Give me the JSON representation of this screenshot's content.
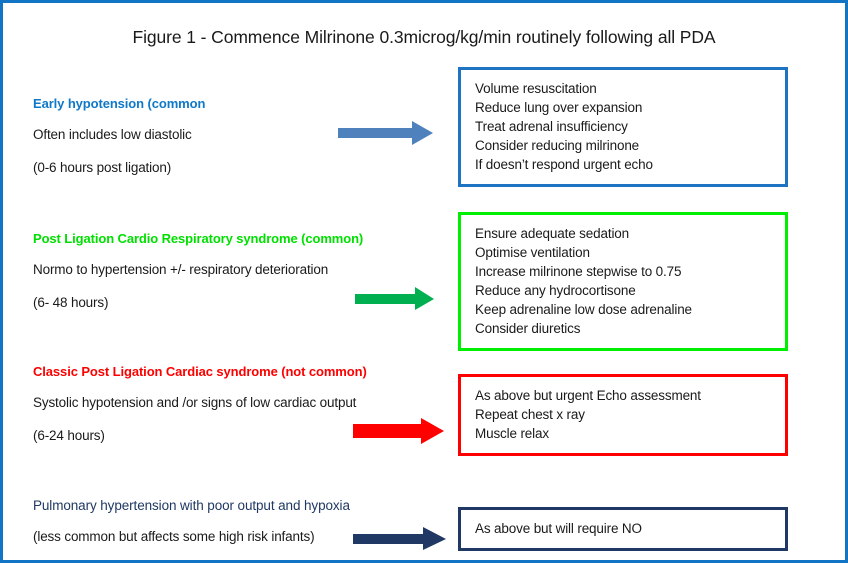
{
  "figure": {
    "title": "Figure 1 - Commence Milrinone 0.3microg/kg/min routinely following all PDA",
    "frame_color": "#1274c4"
  },
  "sections": [
    {
      "heading": "Early hypotension (common",
      "heading_color": "#0f78c8",
      "description": "Often includes low diastolic",
      "timing": "(0-6 hours post ligation)",
      "arrow_color": "#4f81bd",
      "arrow_name": "arrow-early-hypotension",
      "box_border_color": "#1e74c3",
      "actions": [
        "Volume resuscitation",
        "Reduce lung over expansion",
        "Treat adrenal insufficiency",
        "Consider reducing milrinone",
        "If doesn’t respond urgent echo"
      ]
    },
    {
      "heading": "Post Ligation  Cardio Respiratory syndrome (common)",
      "heading_color": "#00e000",
      "description": "Normo to hypertension +/- respiratory deterioration",
      "timing": "(6- 48 hours)",
      "arrow_color": "#00b050",
      "arrow_name": "arrow-post-ligation-cardio-respiratory",
      "box_border_color": "#00ef00",
      "actions": [
        "Ensure adequate sedation",
        "Optimise ventilation",
        "Increase milrinone stepwise to 0.75",
        "Reduce any hydrocortisone",
        "Keep adrenaline low dose adrenaline",
        "Consider diuretics"
      ]
    },
    {
      "heading": "Classic Post Ligation Cardiac syndrome (not common)",
      "heading_color": "#fe0000",
      "description": "Systolic hypotension and /or signs of low cardiac output",
      "timing": "(6-24 hours)",
      "arrow_color": "#fe0000",
      "arrow_name": "arrow-classic-post-ligation-cardiac",
      "box_border_color": "#fe0000",
      "actions": [
        "As above but urgent Echo assessment",
        "Repeat chest x ray",
        "Muscle relax"
      ]
    },
    {
      "heading": "Pulmonary hypertension with poor output and hypoxia",
      "heading_color": "#1f3864",
      "description": "(less common but affects some high risk infants)",
      "timing": "",
      "arrow_color": "#1f3864",
      "arrow_name": "arrow-pulmonary-hypertension",
      "box_border_color": "#1f3864",
      "actions": [
        "As above but will require NO"
      ]
    }
  ]
}
